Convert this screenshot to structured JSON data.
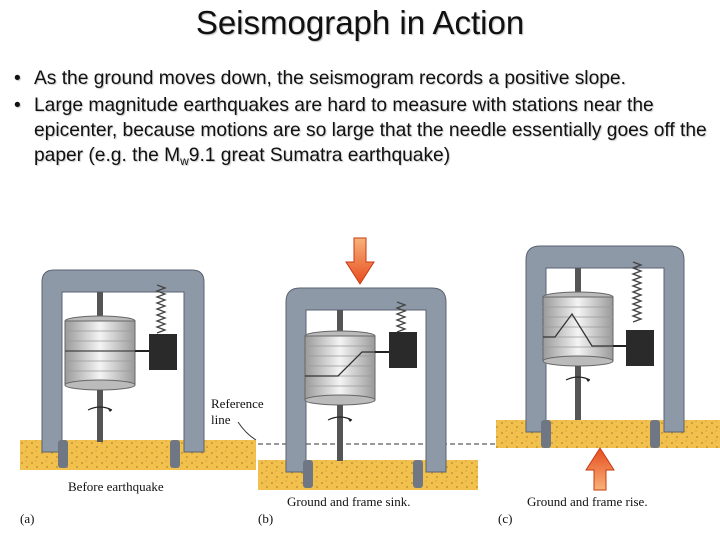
{
  "title": "Seismograph in Action",
  "bullets": {
    "b1": "As the ground moves down, the seismogram records a positive slope.",
    "b2_part1": "Large magnitude earthquakes are hard to measure with stations near the epicenter, because motions are so large that the needle essentially goes off the paper (e.g. the M",
    "b2_sub": "w",
    "b2_part2": "9.1 great Sumatra earthquake)"
  },
  "diagram": {
    "reference_line_1": "Reference",
    "reference_line_2": "line",
    "caption_a": "Before earthquake",
    "caption_b": "Ground and frame sink.",
    "caption_c": "Ground and frame rise.",
    "label_a": "(a)",
    "label_b": "(b)",
    "label_c": "(c)",
    "arrow_color": "#e84c1e",
    "frame_color": "#8e99a8",
    "ground_color": "#f2c04c"
  }
}
